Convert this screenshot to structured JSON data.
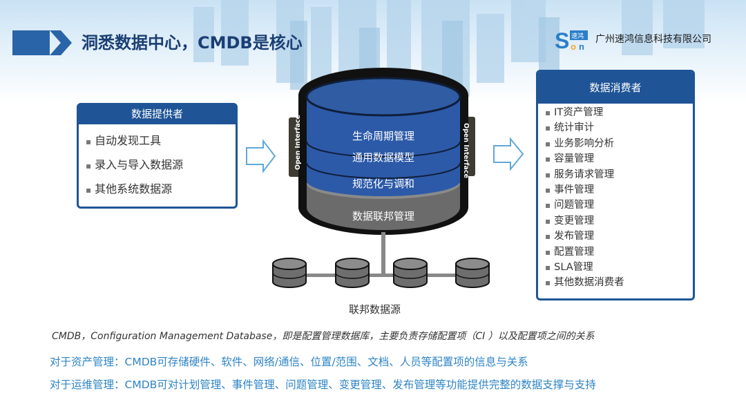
{
  "header": {
    "title": "洞悉数据中心，CMDB是核心",
    "company": "广州速鸿信息科技有限公司"
  },
  "provider": {
    "title": "数据提供者",
    "items": [
      "自动发现工具",
      "录入与导入数据源",
      "其他系统数据源"
    ]
  },
  "database": {
    "layers": [
      "生命周期管理",
      "通用数据模型",
      "规范化与调和"
    ],
    "base": "数据联邦管理",
    "left_interface": "Open Interface",
    "right_interface": "Open Interface",
    "federation_label": "联邦数据源"
  },
  "consumer": {
    "title": "数据消费者",
    "items": [
      "IT资产管理",
      "统计审计",
      "业务影响分析",
      "容量管理",
      "服务请求管理",
      "事件管理",
      "问题管理",
      "变更管理",
      "发布管理",
      "配置管理",
      "SLA管理",
      "其他数据消费者"
    ]
  },
  "footer": {
    "description": "CMDB，Configuration Management Database，即是配置管理数据库，主要负责存储配置项（CI ）以及配置项之间的关系",
    "line1": "对于资产管理：CMDB可存储硬件、软件、网络/通信、位置/范围、文档、人员等配置项的信息与关系",
    "line2": "对于运维管理：CMDB可对计划管理、事件管理、问题管理、变更管理、发布管理等功能提供完整的数据支撑与支持"
  },
  "colors": {
    "navy": "#1f5496",
    "db_blue": "#2c5aa8",
    "db_gray": "#6b6b6b",
    "accent_text": "#2e84c6"
  }
}
